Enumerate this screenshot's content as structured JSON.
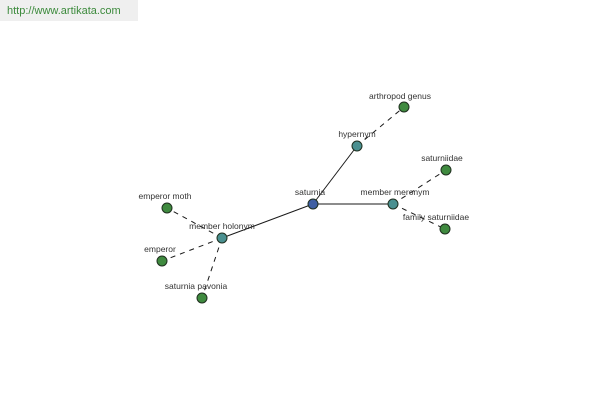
{
  "watermark": {
    "text": "http://www.artikata.com"
  },
  "colors": {
    "root_node": "#3f5fa3",
    "relation_node": "#4a9090",
    "leaf_node": "#3f8a3f",
    "edge": "#1a1a1a"
  },
  "graph": {
    "nodes": [
      {
        "id": "saturnia",
        "label": "saturnia",
        "kind": "root"
      },
      {
        "id": "hypernym",
        "label": "hypernym",
        "kind": "relation"
      },
      {
        "id": "member-meronym",
        "label": "member meronym",
        "kind": "relation"
      },
      {
        "id": "member-holonym",
        "label": "member holonym",
        "kind": "relation"
      },
      {
        "id": "arthropod-genus",
        "label": "arthropod genus",
        "kind": "leaf"
      },
      {
        "id": "saturniidae",
        "label": "saturniidae",
        "kind": "leaf"
      },
      {
        "id": "family-saturniidae",
        "label": "family saturniidae",
        "kind": "leaf"
      },
      {
        "id": "emperor-moth",
        "label": "emperor moth",
        "kind": "leaf"
      },
      {
        "id": "emperor",
        "label": "emperor",
        "kind": "leaf"
      },
      {
        "id": "saturnia-pavonia",
        "label": "saturnia pavonia",
        "kind": "leaf"
      }
    ],
    "edges": [
      {
        "from": "saturnia",
        "to": "hypernym",
        "style": "solid"
      },
      {
        "from": "saturnia",
        "to": "member-meronym",
        "style": "solid"
      },
      {
        "from": "saturnia",
        "to": "member-holonym",
        "style": "solid"
      },
      {
        "from": "hypernym",
        "to": "arthropod-genus",
        "style": "dashed"
      },
      {
        "from": "member-meronym",
        "to": "saturniidae",
        "style": "dashed"
      },
      {
        "from": "member-meronym",
        "to": "family-saturniidae",
        "style": "dashed"
      },
      {
        "from": "member-holonym",
        "to": "emperor-moth",
        "style": "dashed"
      },
      {
        "from": "member-holonym",
        "to": "emperor",
        "style": "dashed"
      },
      {
        "from": "member-holonym",
        "to": "saturnia-pavonia",
        "style": "dashed"
      }
    ]
  }
}
